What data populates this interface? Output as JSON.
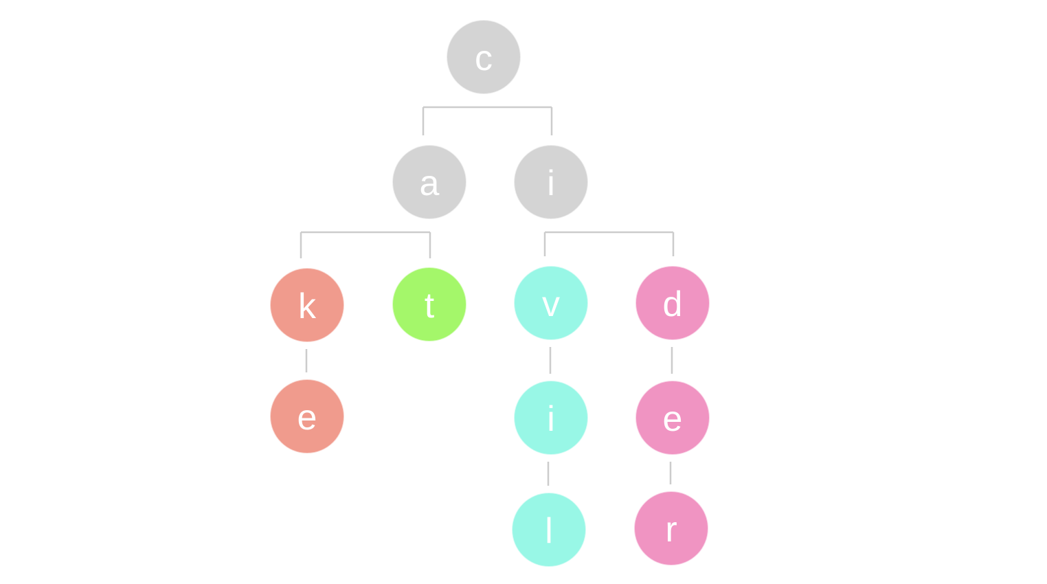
{
  "tree": {
    "connector_color": "#cccccc",
    "nodes": [
      {
        "id": "n-root",
        "label": "c",
        "parent": null,
        "color": "#d4d4d4"
      },
      {
        "id": "n-a",
        "label": "a",
        "parent": "n-root",
        "color": "#d4d4d4"
      },
      {
        "id": "n-i",
        "label": "i",
        "parent": "n-root",
        "color": "#d4d4d4"
      },
      {
        "id": "n-k",
        "label": "k",
        "parent": "n-a",
        "color": "#f09b8d"
      },
      {
        "id": "n-t",
        "label": "t",
        "parent": "n-a",
        "color": "#a4f76a"
      },
      {
        "id": "n-v",
        "label": "v",
        "parent": "n-i",
        "color": "#98f7e6"
      },
      {
        "id": "n-d",
        "label": "d",
        "parent": "n-i",
        "color": "#f094c2"
      },
      {
        "id": "n-e1",
        "label": "e",
        "parent": "n-k",
        "color": "#f09b8d"
      },
      {
        "id": "n-i2",
        "label": "i",
        "parent": "n-v",
        "color": "#98f7e6"
      },
      {
        "id": "n-l",
        "label": "l",
        "parent": "n-i2",
        "color": "#98f7e6"
      },
      {
        "id": "n-e2",
        "label": "e",
        "parent": "n-d",
        "color": "#f094c2"
      },
      {
        "id": "n-r",
        "label": "r",
        "parent": "n-e2",
        "color": "#f094c2"
      }
    ]
  }
}
